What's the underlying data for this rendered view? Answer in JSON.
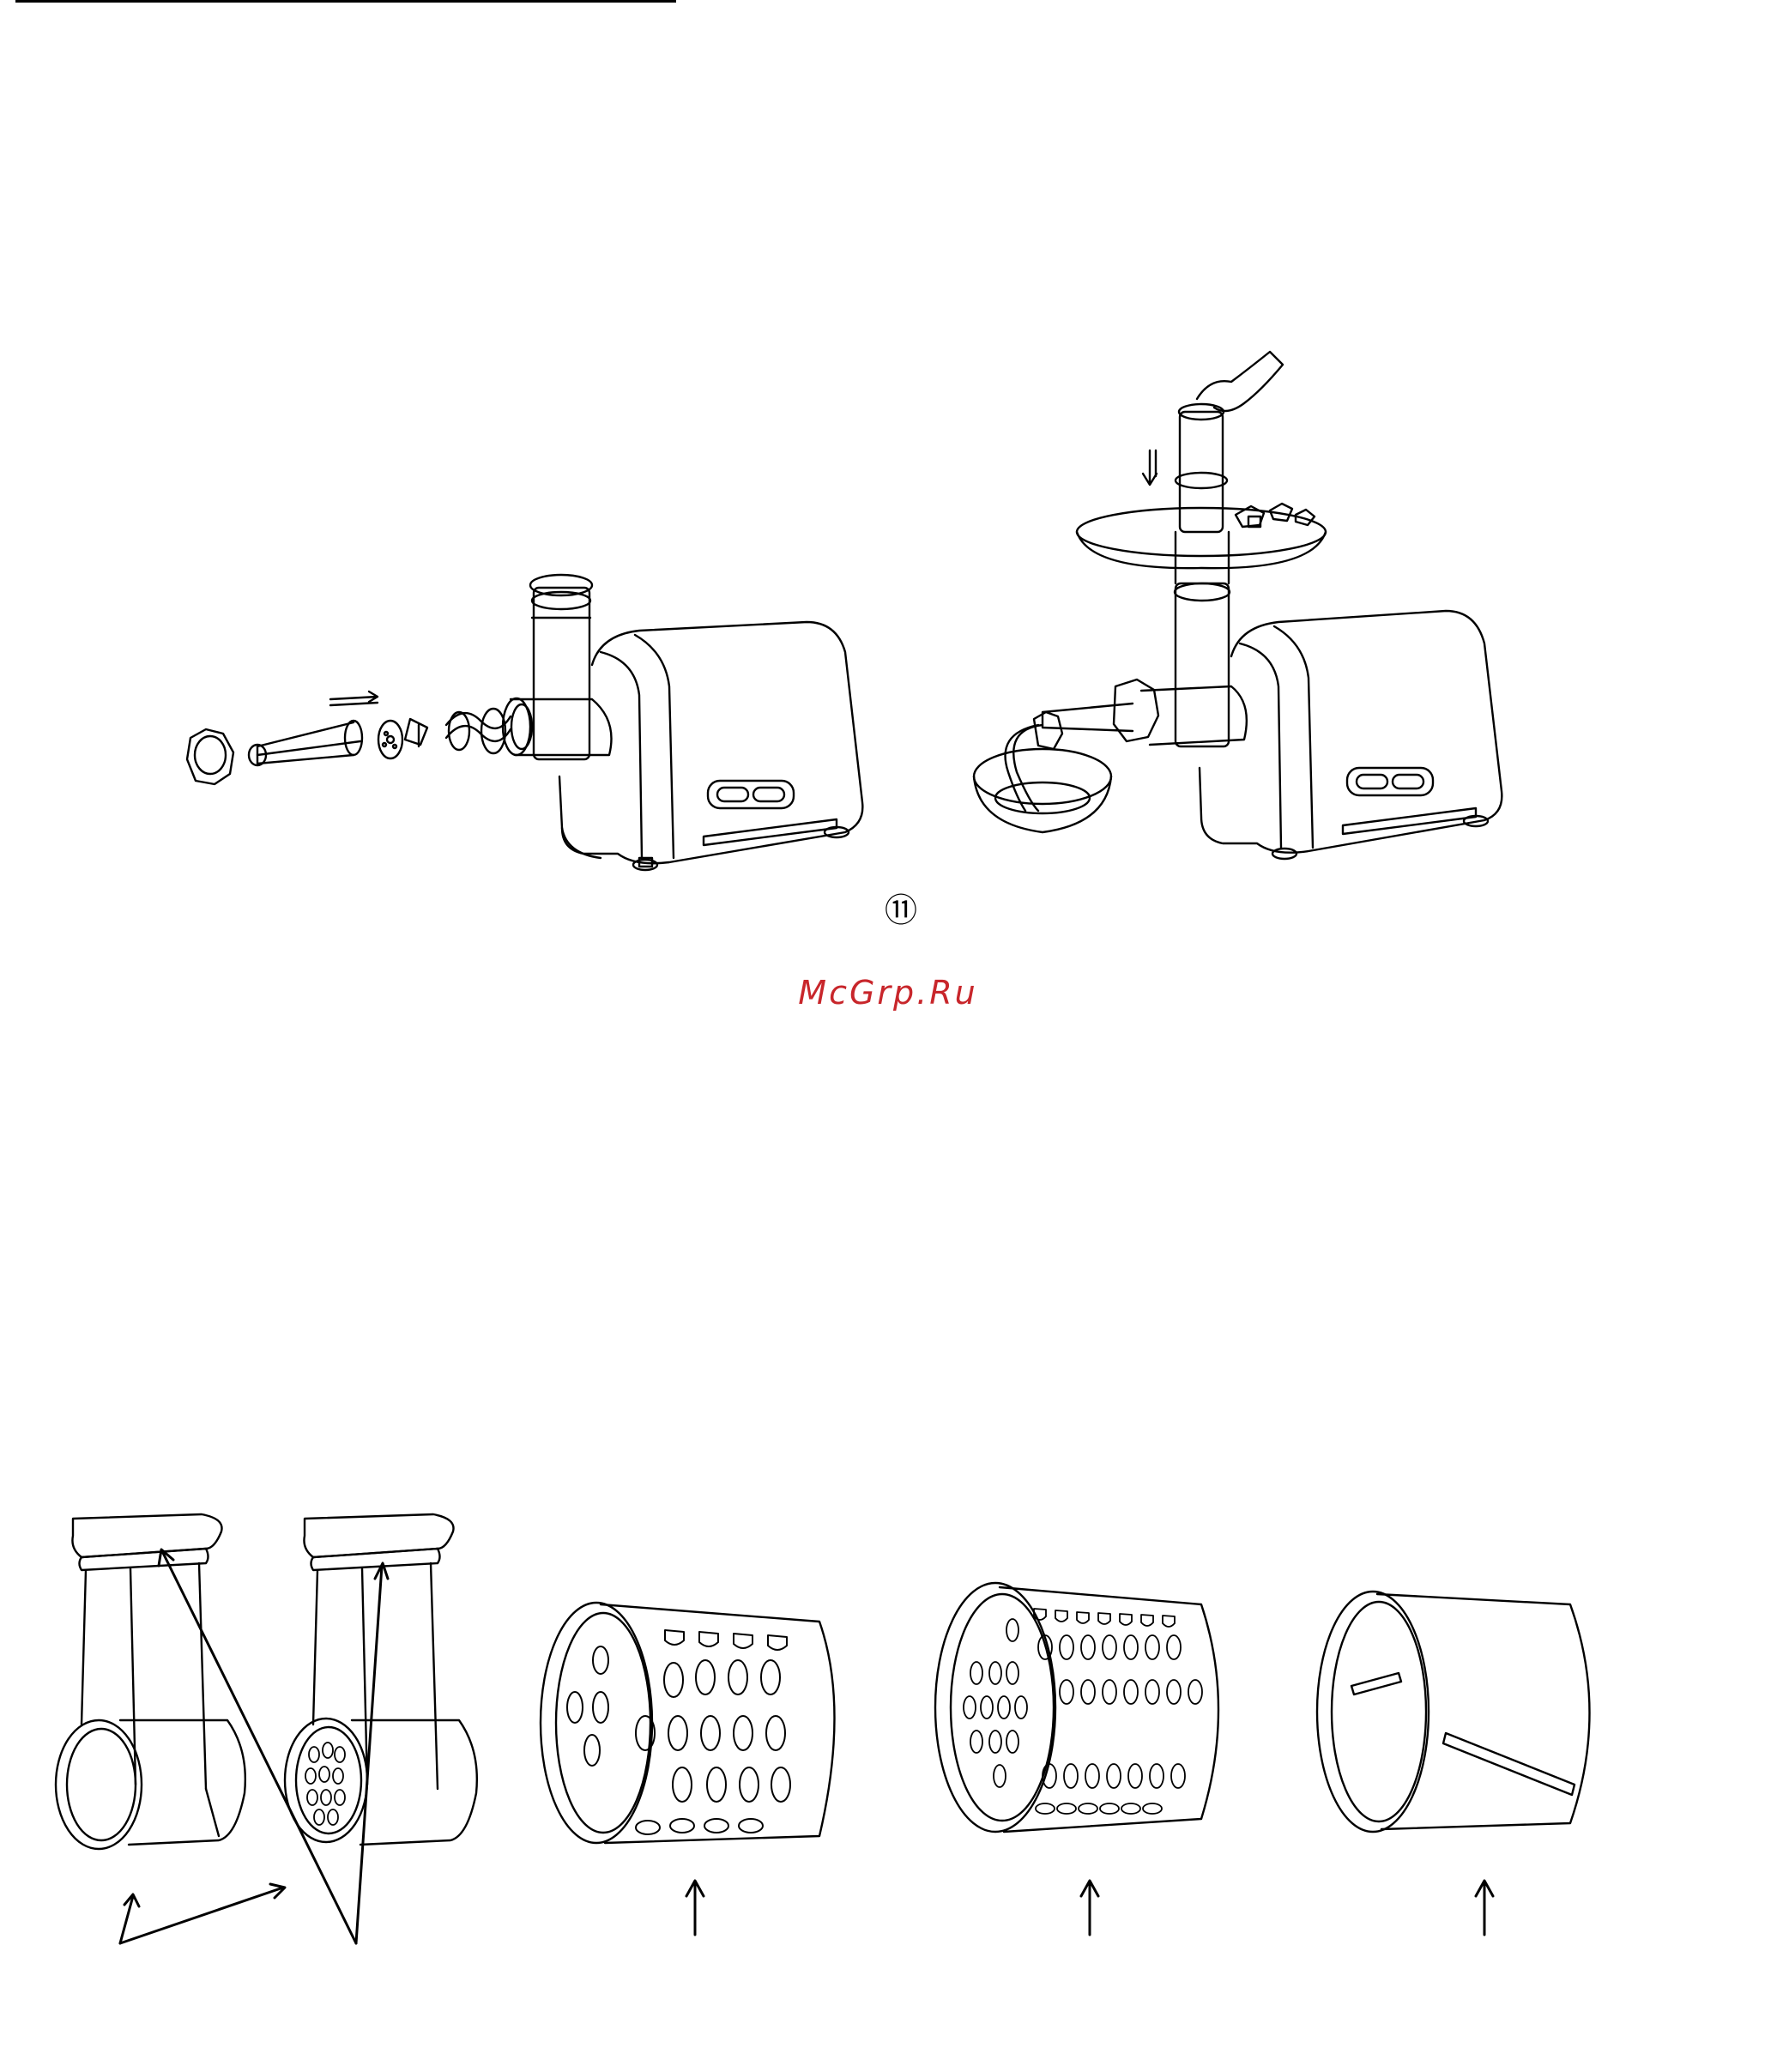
{
  "page": {
    "figure_number": "⑪",
    "watermark_text": "McGrp.Ru",
    "watermark_color": "#c8262b",
    "line_color": "#000000"
  },
  "figures": {
    "top": [
      {
        "name": "meat-grinder-exploded-assembly"
      },
      {
        "name": "meat-grinder-in-use"
      }
    ],
    "bottom": [
      {
        "name": "shredder-housings"
      },
      {
        "name": "coarse-grating-drum"
      },
      {
        "name": "fine-grating-drum"
      },
      {
        "name": "slicing-drum"
      }
    ]
  }
}
